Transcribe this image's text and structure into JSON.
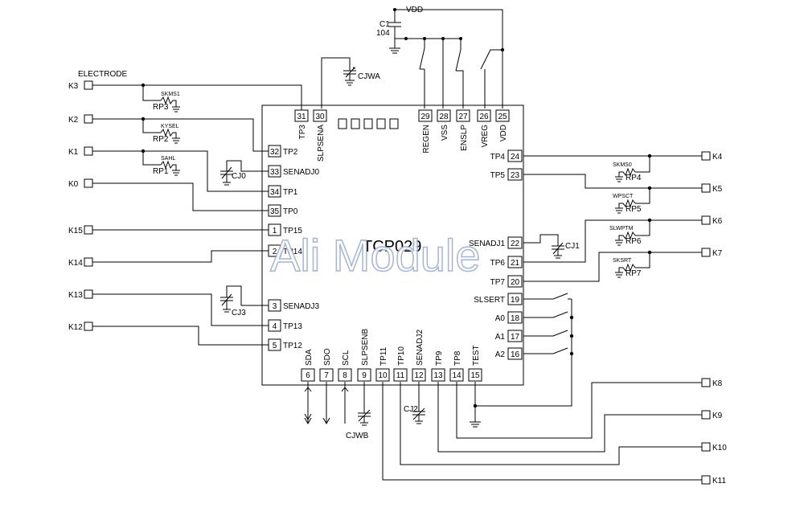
{
  "chip": {
    "name": "TCP029"
  },
  "watermark": "Ali Module",
  "top_labels": {
    "vdd": "VDD",
    "c1": "C1",
    "c1_value": "104",
    "electrode": "ELECTRODE",
    "cjwa": "CJWA"
  },
  "misc_labels": {
    "cjwb": "CJWB",
    "cj0": "CJ0",
    "cj1": "CJ1",
    "cj2": "CJ2",
    "cj3": "CJ3"
  },
  "connectors": {
    "left": [
      "K3",
      "K2",
      "K1",
      "K0",
      "K15",
      "K14",
      "K13",
      "K12"
    ],
    "right": [
      "K4",
      "K5",
      "K6",
      "K7",
      "K8",
      "K9",
      "K10",
      "K11"
    ]
  },
  "resistors": [
    {
      "label": "SKMS1",
      "ref": "RP3"
    },
    {
      "label": "KYSEL",
      "ref": "RP2"
    },
    {
      "label": "SAHL",
      "ref": "RP1"
    },
    {
      "label": "SKMS0",
      "ref": "RP4"
    },
    {
      "label": "WPSCT",
      "ref": "RP5"
    },
    {
      "label": "SLWPTM",
      "ref": "RP6"
    },
    {
      "label": "SKSRT",
      "ref": "RP7"
    }
  ],
  "pins_left": [
    {
      "num": "32",
      "name": "TP2"
    },
    {
      "num": "33",
      "name": "SENADJ0"
    },
    {
      "num": "34",
      "name": "TP1"
    },
    {
      "num": "35",
      "name": "TP0"
    },
    {
      "num": "1",
      "name": "TP15"
    },
    {
      "num": "2",
      "name": "TP14"
    },
    {
      "num": "3",
      "name": "SENADJ3"
    },
    {
      "num": "4",
      "name": "TP13"
    },
    {
      "num": "5",
      "name": "TP12"
    }
  ],
  "pins_top": [
    {
      "num": "31",
      "name": "TP3"
    },
    {
      "num": "30",
      "name": "SLPSENA"
    },
    {
      "num": "29",
      "name": "REGEN"
    },
    {
      "num": "28",
      "name": "VSS"
    },
    {
      "num": "27",
      "name": "ENSLP"
    },
    {
      "num": "26",
      "name": "VREG"
    },
    {
      "num": "25",
      "name": "VDD"
    }
  ],
  "pins_right": [
    {
      "num": "24",
      "name": "TP4"
    },
    {
      "num": "23",
      "name": "TP5"
    },
    {
      "num": "22",
      "name": "SENADJ1"
    },
    {
      "num": "21",
      "name": "TP6"
    },
    {
      "num": "20",
      "name": "TP7"
    },
    {
      "num": "19",
      "name": "SLSERT"
    },
    {
      "num": "18",
      "name": "A0"
    },
    {
      "num": "17",
      "name": "A1"
    },
    {
      "num": "16",
      "name": "A2"
    }
  ],
  "pins_bottom": [
    {
      "num": "6",
      "name": "SDA"
    },
    {
      "num": "7",
      "name": "SDO"
    },
    {
      "num": "8",
      "name": "SCL"
    },
    {
      "num": "9",
      "name": "SLPSENB"
    },
    {
      "num": "10",
      "name": "TP11"
    },
    {
      "num": "11",
      "name": "TP10"
    },
    {
      "num": "12",
      "name": "SENADJ2"
    },
    {
      "num": "13",
      "name": "TP9"
    },
    {
      "num": "14",
      "name": "TP8"
    },
    {
      "num": "15",
      "name": "TEST"
    }
  ]
}
